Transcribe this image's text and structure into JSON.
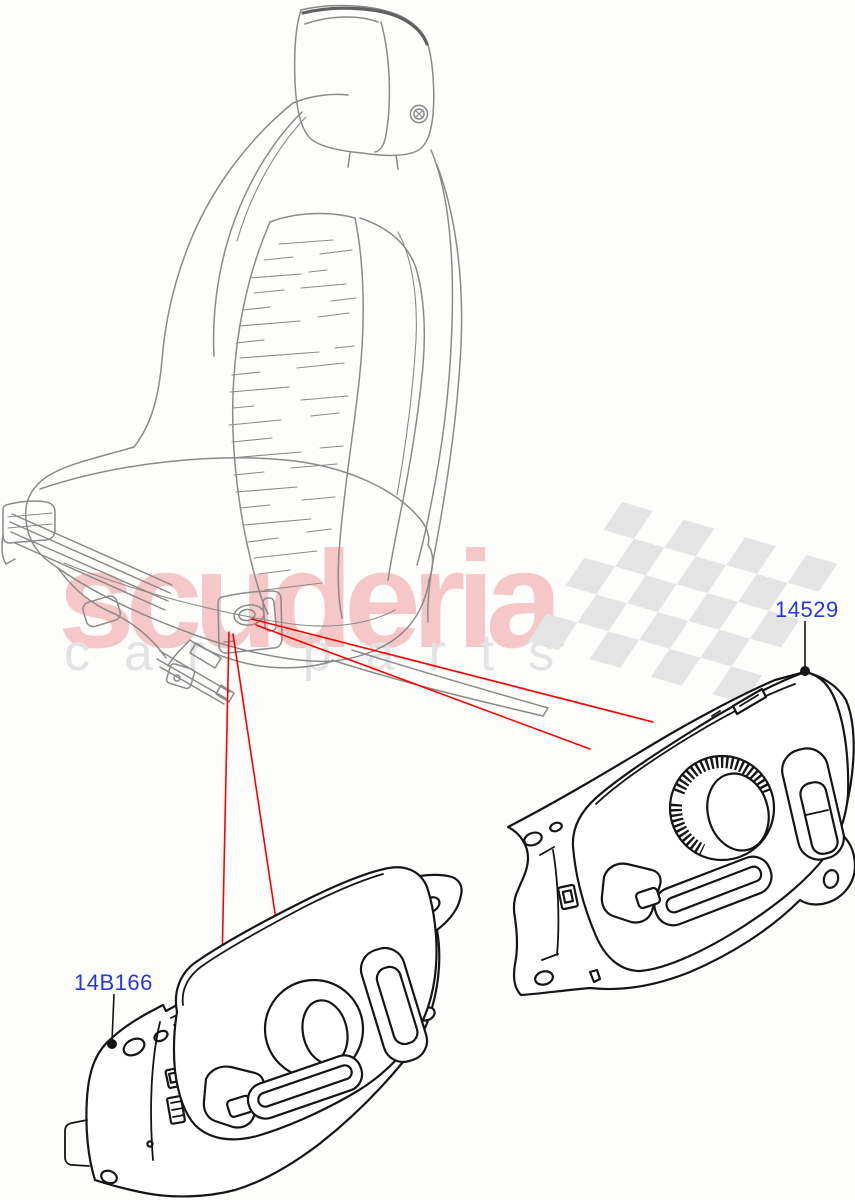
{
  "watermark": {
    "brand": "scuderia",
    "tagline": "car parts",
    "brand_color": "#f5c7c6",
    "tagline_color": "#e3e3e3",
    "flag_color": "#e4e4e4"
  },
  "diagram": {
    "colors": {
      "callout_line": "#ff0000",
      "part_label": "#2439dd",
      "seat_line": "#8a8a8a",
      "part_line": "#151515"
    },
    "parts": [
      {
        "label": "14529"
      },
      {
        "label": "14B166"
      }
    ]
  }
}
